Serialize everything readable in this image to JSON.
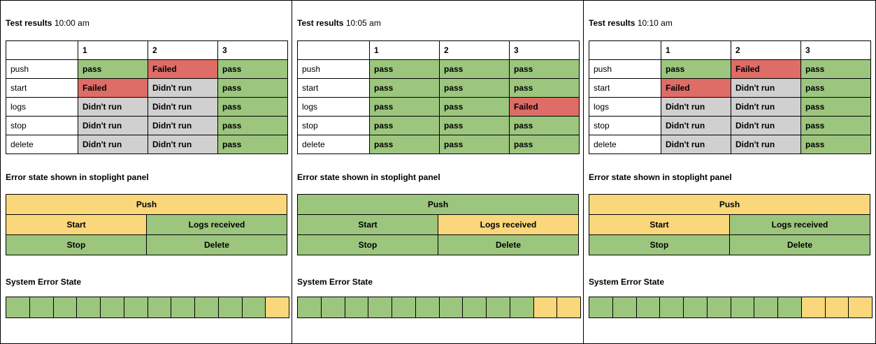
{
  "panels": [
    {
      "title_label": "Test results",
      "time": "10:00 am",
      "columns": [
        "",
        "1",
        "2",
        "3"
      ],
      "rows": [
        {
          "label": "push",
          "cells": [
            {
              "text": "pass",
              "status": "pass"
            },
            {
              "text": "Failed",
              "status": "fail"
            },
            {
              "text": "pass",
              "status": "pass"
            }
          ]
        },
        {
          "label": "start",
          "cells": [
            {
              "text": "Failed",
              "status": "fail"
            },
            {
              "text": "Didn't run",
              "status": "skip"
            },
            {
              "text": "pass",
              "status": "pass"
            }
          ]
        },
        {
          "label": "logs",
          "cells": [
            {
              "text": "Didn't run",
              "status": "skip"
            },
            {
              "text": "Didn't run",
              "status": "skip"
            },
            {
              "text": "pass",
              "status": "pass"
            }
          ]
        },
        {
          "label": "stop",
          "cells": [
            {
              "text": "Didn't run",
              "status": "skip"
            },
            {
              "text": "Didn't run",
              "status": "skip"
            },
            {
              "text": "pass",
              "status": "pass"
            }
          ]
        },
        {
          "label": "delete",
          "cells": [
            {
              "text": "Didn't run",
              "status": "skip"
            },
            {
              "text": "Didn't run",
              "status": "skip"
            },
            {
              "text": "pass",
              "status": "pass"
            }
          ]
        }
      ],
      "stoplight_title": "Error state shown in stoplight panel",
      "stoplight": {
        "push": {
          "label": "Push",
          "state": "yellow"
        },
        "start": {
          "label": "Start",
          "state": "yellow"
        },
        "logs": {
          "label": "Logs received",
          "state": "green"
        },
        "stop": {
          "label": "Stop",
          "state": "green"
        },
        "delete": {
          "label": "Delete",
          "state": "green"
        }
      },
      "system_title": "System Error State",
      "system_states": [
        "green",
        "green",
        "green",
        "green",
        "green",
        "green",
        "green",
        "green",
        "green",
        "green",
        "green",
        "yellow"
      ]
    },
    {
      "title_label": "Test results",
      "time": "10:05 am",
      "columns": [
        "",
        "1",
        "2",
        "3"
      ],
      "rows": [
        {
          "label": "push",
          "cells": [
            {
              "text": "pass",
              "status": "pass"
            },
            {
              "text": "pass",
              "status": "pass"
            },
            {
              "text": "pass",
              "status": "pass"
            }
          ]
        },
        {
          "label": "start",
          "cells": [
            {
              "text": "pass",
              "status": "pass"
            },
            {
              "text": "pass",
              "status": "pass"
            },
            {
              "text": "pass",
              "status": "pass"
            }
          ]
        },
        {
          "label": "logs",
          "cells": [
            {
              "text": "pass",
              "status": "pass"
            },
            {
              "text": "pass",
              "status": "pass"
            },
            {
              "text": "Failed",
              "status": "fail"
            }
          ]
        },
        {
          "label": "stop",
          "cells": [
            {
              "text": "pass",
              "status": "pass"
            },
            {
              "text": "pass",
              "status": "pass"
            },
            {
              "text": "pass",
              "status": "pass"
            }
          ]
        },
        {
          "label": "delete",
          "cells": [
            {
              "text": "pass",
              "status": "pass"
            },
            {
              "text": "pass",
              "status": "pass"
            },
            {
              "text": "pass",
              "status": "pass"
            }
          ]
        }
      ],
      "stoplight_title": "Error state shown in stoplight panel",
      "stoplight": {
        "push": {
          "label": "Push",
          "state": "green"
        },
        "start": {
          "label": "Start",
          "state": "green"
        },
        "logs": {
          "label": "Logs received",
          "state": "yellow"
        },
        "stop": {
          "label": "Stop",
          "state": "green"
        },
        "delete": {
          "label": "Delete",
          "state": "green"
        }
      },
      "system_title": "System Error State",
      "system_states": [
        "green",
        "green",
        "green",
        "green",
        "green",
        "green",
        "green",
        "green",
        "green",
        "green",
        "yellow",
        "yellow"
      ]
    },
    {
      "title_label": "Test results",
      "time": "10:10 am",
      "columns": [
        "",
        "1",
        "2",
        "3"
      ],
      "rows": [
        {
          "label": "push",
          "cells": [
            {
              "text": "pass",
              "status": "pass"
            },
            {
              "text": "Failed",
              "status": "fail"
            },
            {
              "text": "pass",
              "status": "pass"
            }
          ]
        },
        {
          "label": "start",
          "cells": [
            {
              "text": "Failed",
              "status": "fail"
            },
            {
              "text": "Didn't run",
              "status": "skip"
            },
            {
              "text": "pass",
              "status": "pass"
            }
          ]
        },
        {
          "label": "logs",
          "cells": [
            {
              "text": "Didn't run",
              "status": "skip"
            },
            {
              "text": "Didn't run",
              "status": "skip"
            },
            {
              "text": "pass",
              "status": "pass"
            }
          ]
        },
        {
          "label": "stop",
          "cells": [
            {
              "text": "Didn't run",
              "status": "skip"
            },
            {
              "text": "Didn't run",
              "status": "skip"
            },
            {
              "text": "pass",
              "status": "pass"
            }
          ]
        },
        {
          "label": "delete",
          "cells": [
            {
              "text": "Didn't run",
              "status": "skip"
            },
            {
              "text": "Didn't run",
              "status": "skip"
            },
            {
              "text": "pass",
              "status": "pass"
            }
          ]
        }
      ],
      "stoplight_title": "Error state shown in stoplight panel",
      "stoplight": {
        "push": {
          "label": "Push",
          "state": "yellow"
        },
        "start": {
          "label": "Start",
          "state": "yellow"
        },
        "logs": {
          "label": "Logs received",
          "state": "green"
        },
        "stop": {
          "label": "Stop",
          "state": "green"
        },
        "delete": {
          "label": "Delete",
          "state": "green"
        }
      },
      "system_title": "System Error State",
      "system_states": [
        "green",
        "green",
        "green",
        "green",
        "green",
        "green",
        "green",
        "green",
        "green",
        "yellow",
        "yellow",
        "yellow"
      ]
    }
  ],
  "colors": {
    "pass": "#9cc57e",
    "fail": "#de6c67",
    "skip": "#d0d0d0",
    "yellow": "#fad77a",
    "green": "#9cc57e"
  }
}
